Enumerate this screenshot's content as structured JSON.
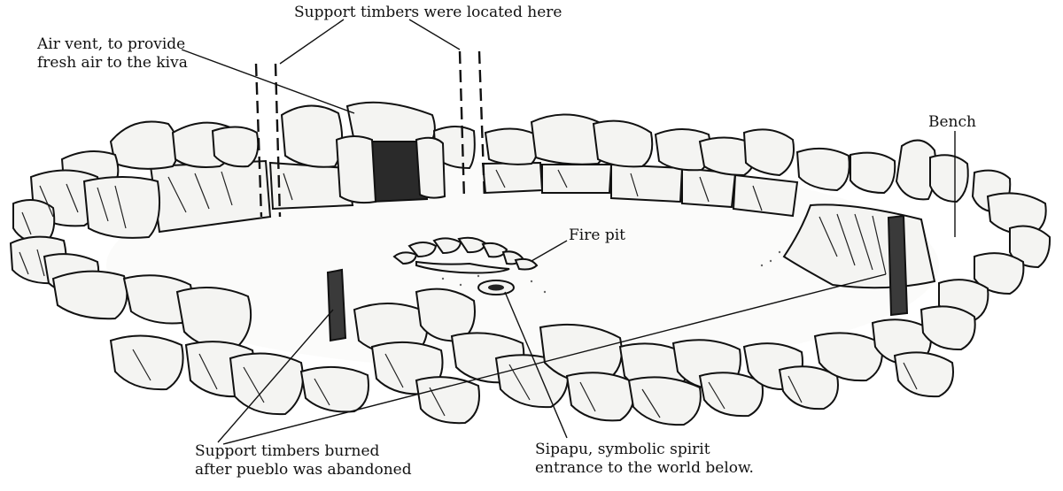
{
  "labels": {
    "support_timbers_here": "Support timbers were located here",
    "air_vent_line1": "Air vent, to provide",
    "air_vent_line2": "fresh air to the kiva",
    "bench": "Bench",
    "fire_pit": "Fire pit",
    "burned_line1": "Support timbers burned",
    "burned_line2": "after pueblo was abandoned",
    "sipapu_line1": "Sipapu, symbolic spirit",
    "sipapu_line2": "entrance to the world below."
  }
}
